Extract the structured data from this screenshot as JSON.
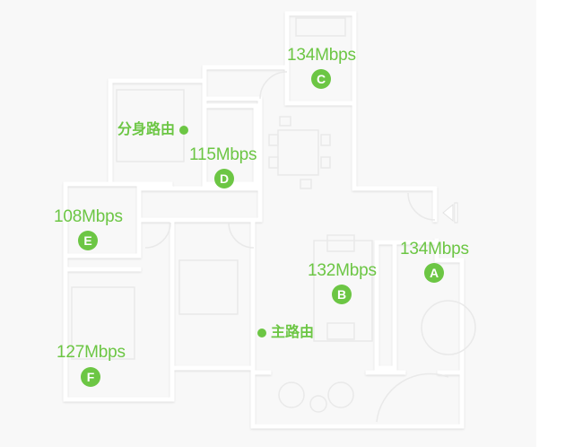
{
  "floorplan": {
    "colors": {
      "accent": "#6cc644",
      "background": "#f8f8f8",
      "wall": "#ffffff",
      "wall_shadow": "#e6e6e6"
    },
    "routers": [
      {
        "id": "main",
        "label": "主路由",
        "dot_side": "left"
      },
      {
        "id": "satellite",
        "label": "分身路由",
        "dot_side": "right"
      }
    ],
    "nodes": [
      {
        "marker": "A",
        "speed": "134Mbps"
      },
      {
        "marker": "B",
        "speed": "132Mbps"
      },
      {
        "marker": "C",
        "speed": "134Mbps"
      },
      {
        "marker": "D",
        "speed": "115Mbps"
      },
      {
        "marker": "E",
        "speed": "108Mbps"
      },
      {
        "marker": "F",
        "speed": "127Mbps"
      }
    ],
    "entrance_icon": "entrance-arrow-icon"
  }
}
